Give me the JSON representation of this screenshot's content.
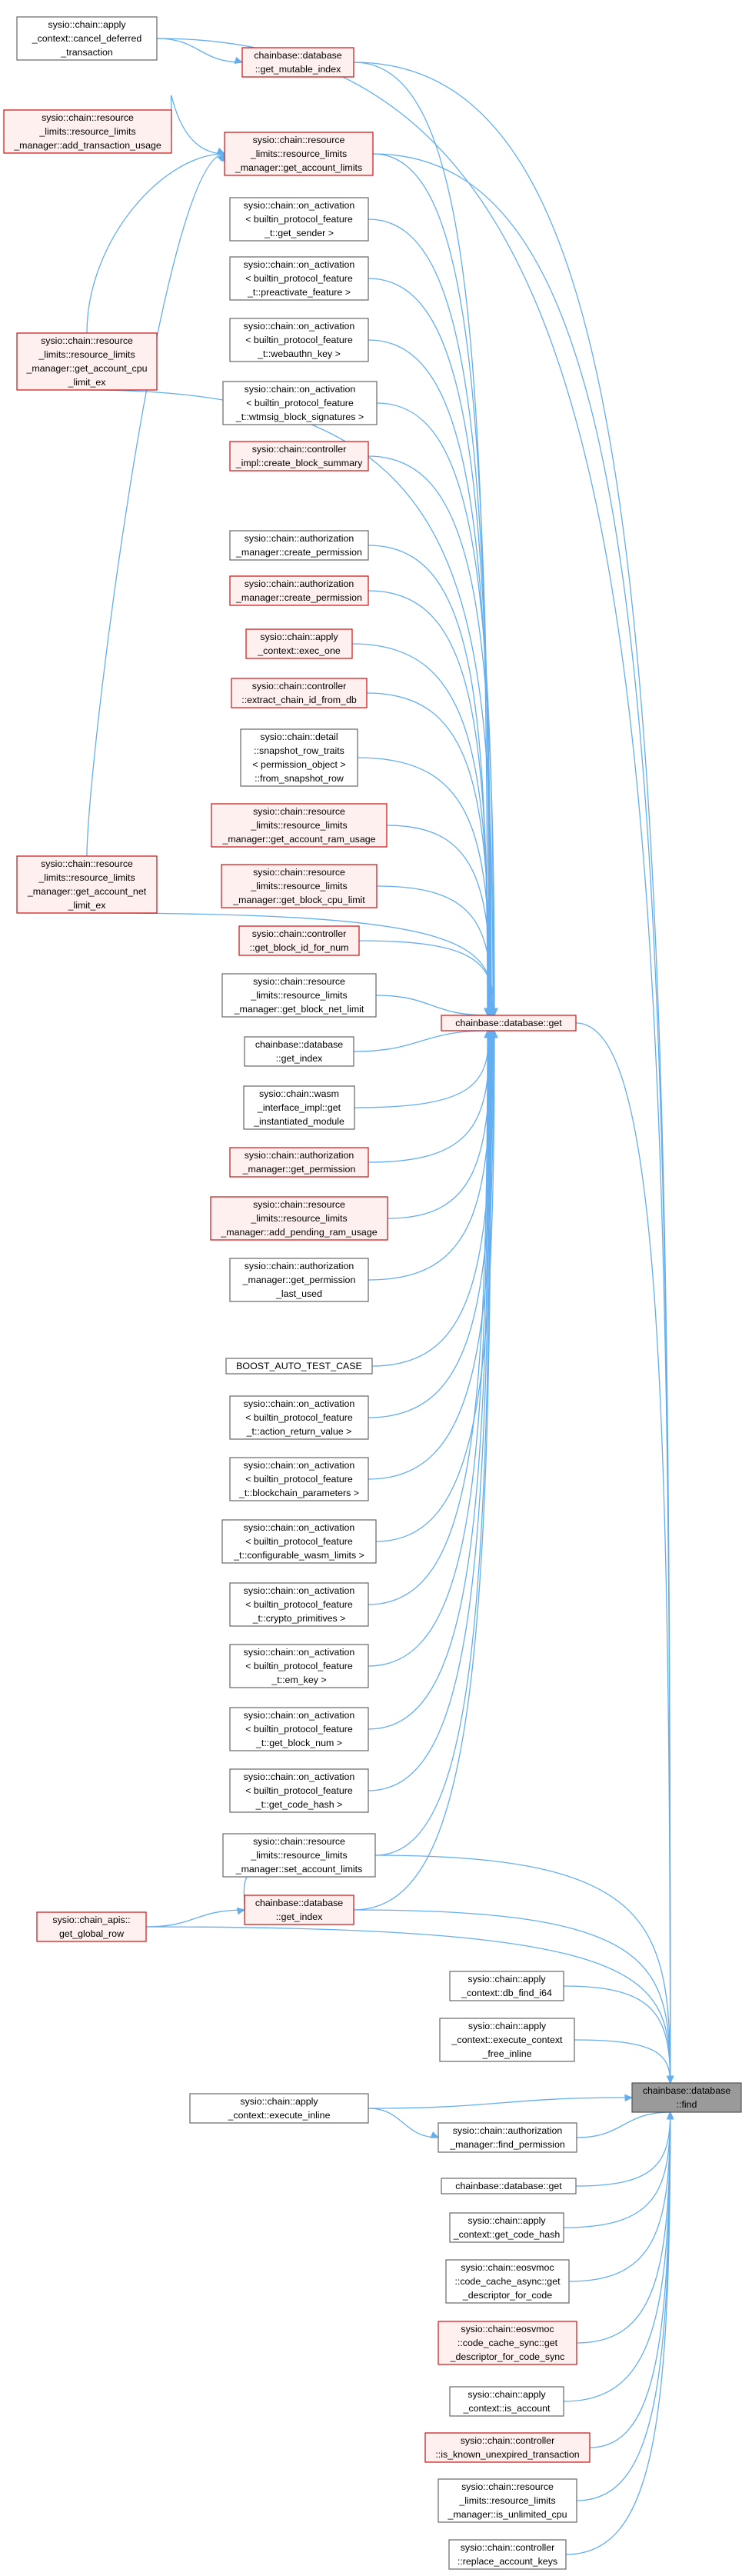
{
  "nodes": [
    {
      "id": "n1",
      "lines": [
        "sysio::chain::apply",
        "_context::cancel_deferred",
        "_transaction"
      ],
      "style": "normal"
    },
    {
      "id": "n2",
      "lines": [
        "chainbase::database",
        "::get_mutable_index"
      ],
      "style": "red"
    },
    {
      "id": "n3",
      "lines": [
        "sysio::chain::resource",
        "_limits::resource_limits",
        "_manager::add_transaction_usage"
      ],
      "style": "red"
    },
    {
      "id": "n4",
      "lines": [
        "sysio::chain::resource",
        "_limits::resource_limits",
        "_manager::get_account_limits"
      ],
      "style": "red"
    },
    {
      "id": "n5",
      "lines": [
        "sysio::chain::on_activation",
        "< builtin_protocol_feature",
        "_t::get_sender >"
      ],
      "style": "normal"
    },
    {
      "id": "n6",
      "lines": [
        "sysio::chain::on_activation",
        "< builtin_protocol_feature",
        "_t::preactivate_feature >"
      ],
      "style": "normal"
    },
    {
      "id": "n7",
      "lines": [
        "sysio::chain::on_activation",
        "< builtin_protocol_feature",
        "_t::webauthn_key >"
      ],
      "style": "normal"
    },
    {
      "id": "n8",
      "lines": [
        "sysio::chain::resource",
        "_limits::resource_limits",
        "_manager::get_account_cpu",
        "_limit_ex"
      ],
      "style": "red"
    },
    {
      "id": "n9",
      "lines": [
        "sysio::chain::on_activation",
        "< builtin_protocol_feature",
        "_t::wtmsig_block_signatures >"
      ],
      "style": "normal"
    },
    {
      "id": "n10",
      "lines": [
        "sysio::chain::controller",
        "_impl::create_block_summary"
      ],
      "style": "red"
    },
    {
      "id": "n11",
      "lines": [
        "sysio::chain::authorization",
        "_manager::create_permission"
      ],
      "style": "normal"
    },
    {
      "id": "n12",
      "lines": [
        "sysio::chain::authorization",
        "_manager::create_permission"
      ],
      "style": "red"
    },
    {
      "id": "n13",
      "lines": [
        "sysio::chain::apply",
        "_context::exec_one"
      ],
      "style": "red"
    },
    {
      "id": "n14",
      "lines": [
        "sysio::chain::controller",
        "::extract_chain_id_from_db"
      ],
      "style": "red"
    },
    {
      "id": "n15",
      "lines": [
        "sysio::chain::detail",
        "::snapshot_row_traits",
        "< permission_object >",
        "::from_snapshot_row"
      ],
      "style": "normal"
    },
    {
      "id": "n16",
      "lines": [
        "sysio::chain::resource",
        "_limits::resource_limits",
        "_manager::get_account_ram_usage"
      ],
      "style": "red"
    },
    {
      "id": "n17",
      "lines": [
        "sysio::chain::resource",
        "_limits::resource_limits",
        "_manager::get_block_cpu_limit"
      ],
      "style": "red"
    },
    {
      "id": "n18",
      "lines": [
        "sysio::chain::resource",
        "_limits::resource_limits",
        "_manager::get_account_net",
        "_limit_ex"
      ],
      "style": "red"
    },
    {
      "id": "n19",
      "lines": [
        "sysio::chain::controller",
        "::get_block_id_for_num"
      ],
      "style": "red"
    },
    {
      "id": "n20",
      "lines": [
        "sysio::chain::resource",
        "_limits::resource_limits",
        "_manager::get_block_net_limit"
      ],
      "style": "normal"
    },
    {
      "id": "n21",
      "lines": [
        "chainbase::database::get"
      ],
      "style": "red"
    },
    {
      "id": "n22",
      "lines": [
        "chainbase::database",
        "::get_index"
      ],
      "style": "normal"
    },
    {
      "id": "n23",
      "lines": [
        "sysio::chain::wasm",
        "_interface_impl::get",
        "_instantiated_module"
      ],
      "style": "normal"
    },
    {
      "id": "n24",
      "lines": [
        "sysio::chain::authorization",
        "_manager::get_permission"
      ],
      "style": "red"
    },
    {
      "id": "n25",
      "lines": [
        "sysio::chain::resource",
        "_limits::resource_limits",
        "_manager::add_pending_ram_usage"
      ],
      "style": "red"
    },
    {
      "id": "n26",
      "lines": [
        "sysio::chain::authorization",
        "_manager::get_permission",
        "_last_used"
      ],
      "style": "normal"
    },
    {
      "id": "n27",
      "lines": [
        "BOOST_AUTO_TEST_CASE"
      ],
      "style": "normal"
    },
    {
      "id": "n28",
      "lines": [
        "sysio::chain::on_activation",
        "< builtin_protocol_feature",
        "_t::action_return_value >"
      ],
      "style": "normal"
    },
    {
      "id": "n29",
      "lines": [
        "sysio::chain::on_activation",
        "< builtin_protocol_feature",
        "_t::blockchain_parameters >"
      ],
      "style": "normal"
    },
    {
      "id": "n30",
      "lines": [
        "sysio::chain::on_activation",
        "< builtin_protocol_feature",
        "_t::configurable_wasm_limits >"
      ],
      "style": "normal"
    },
    {
      "id": "n31",
      "lines": [
        "sysio::chain::on_activation",
        "< builtin_protocol_feature",
        "_t::crypto_primitives >"
      ],
      "style": "normal"
    },
    {
      "id": "n32",
      "lines": [
        "sysio::chain::on_activation",
        "< builtin_protocol_feature",
        "_t::em_key >"
      ],
      "style": "normal"
    },
    {
      "id": "n33",
      "lines": [
        "sysio::chain::on_activation",
        "< builtin_protocol_feature",
        "_t::get_block_num >"
      ],
      "style": "normal"
    },
    {
      "id": "n34",
      "lines": [
        "sysio::chain::on_activation",
        "< builtin_protocol_feature",
        "_t::get_code_hash >"
      ],
      "style": "normal"
    },
    {
      "id": "n35",
      "lines": [
        "sysio::chain::resource",
        "_limits::resource_limits",
        "_manager::set_account_limits"
      ],
      "style": "normal"
    },
    {
      "id": "n36",
      "lines": [
        "chainbase::database",
        "::get_index"
      ],
      "style": "red"
    },
    {
      "id": "n37",
      "lines": [
        "sysio::chain_apis::",
        "get_global_row"
      ],
      "style": "red"
    },
    {
      "id": "n38",
      "lines": [
        "sysio::chain::apply",
        "_context::db_find_i64"
      ],
      "style": "normal"
    },
    {
      "id": "n39",
      "lines": [
        "sysio::chain::apply",
        "_context::execute_context",
        "_free_inline"
      ],
      "style": "normal"
    },
    {
      "id": "n40",
      "lines": [
        "chainbase::database",
        "::find"
      ],
      "style": "target"
    },
    {
      "id": "n41",
      "lines": [
        "sysio::chain::apply",
        "_context::execute_inline"
      ],
      "style": "normal"
    },
    {
      "id": "n42",
      "lines": [
        "sysio::chain::authorization",
        "_manager::find_permission"
      ],
      "style": "normal"
    },
    {
      "id": "n43",
      "lines": [
        "chainbase::database::get"
      ],
      "style": "normal"
    },
    {
      "id": "n44",
      "lines": [
        "sysio::chain::apply",
        "_context::get_code_hash"
      ],
      "style": "normal"
    },
    {
      "id": "n45",
      "lines": [
        "sysio::chain::eosvmoc",
        "::code_cache_async::get",
        "_descriptor_for_code"
      ],
      "style": "normal"
    },
    {
      "id": "n46",
      "lines": [
        "sysio::chain::eosvmoc",
        "::code_cache_sync::get",
        "_descriptor_for_code_sync"
      ],
      "style": "red"
    },
    {
      "id": "n47",
      "lines": [
        "sysio::chain::apply",
        "_context::is_account"
      ],
      "style": "normal"
    },
    {
      "id": "n48",
      "lines": [
        "sysio::chain::controller",
        "::is_known_unexpired_transaction"
      ],
      "style": "red"
    },
    {
      "id": "n49",
      "lines": [
        "sysio::chain::resource",
        "_limits::resource_limits",
        "_manager::is_unlimited_cpu"
      ],
      "style": "normal"
    },
    {
      "id": "n50",
      "lines": [
        "sysio::chain::controller",
        "::replace_account_keys"
      ],
      "style": "normal"
    }
  ],
  "edges": [
    [
      "n2",
      "n21"
    ],
    [
      "n3",
      "n4"
    ],
    [
      "n4",
      "n21"
    ],
    [
      "n5",
      "n21"
    ],
    [
      "n6",
      "n21"
    ],
    [
      "n7",
      "n21"
    ],
    [
      "n8",
      "n4"
    ],
    [
      "n8",
      "n21"
    ],
    [
      "n9",
      "n21"
    ],
    [
      "n10",
      "n21"
    ],
    [
      "n11",
      "n21"
    ],
    [
      "n12",
      "n21"
    ],
    [
      "n13",
      "n21"
    ],
    [
      "n14",
      "n21"
    ],
    [
      "n15",
      "n21"
    ],
    [
      "n16",
      "n21"
    ],
    [
      "n17",
      "n21"
    ],
    [
      "n18",
      "n4"
    ],
    [
      "n18",
      "n21"
    ],
    [
      "n19",
      "n21"
    ],
    [
      "n20",
      "n21"
    ],
    [
      "n22",
      "n21"
    ],
    [
      "n23",
      "n21"
    ],
    [
      "n24",
      "n21"
    ],
    [
      "n25",
      "n21"
    ],
    [
      "n26",
      "n21"
    ],
    [
      "n27",
      "n21"
    ],
    [
      "n28",
      "n21"
    ],
    [
      "n29",
      "n21"
    ],
    [
      "n30",
      "n21"
    ],
    [
      "n31",
      "n21"
    ],
    [
      "n32",
      "n21"
    ],
    [
      "n33",
      "n21"
    ],
    [
      "n34",
      "n21"
    ],
    [
      "n35",
      "n21"
    ],
    [
      "n36",
      "n21"
    ],
    [
      "n37",
      "n36"
    ],
    [
      "n1",
      "n2"
    ],
    [
      "n1",
      "n40"
    ],
    [
      "n2",
      "n40"
    ],
    [
      "n4",
      "n40"
    ],
    [
      "n21",
      "n40"
    ],
    [
      "n35",
      "n36"
    ],
    [
      "n35",
      "n40"
    ],
    [
      "n36",
      "n40"
    ],
    [
      "n37",
      "n40"
    ],
    [
      "n38",
      "n40"
    ],
    [
      "n39",
      "n40"
    ],
    [
      "n41",
      "n40"
    ],
    [
      "n41",
      "n42"
    ],
    [
      "n42",
      "n40"
    ],
    [
      "n43",
      "n40"
    ],
    [
      "n44",
      "n40"
    ],
    [
      "n45",
      "n40"
    ],
    [
      "n46",
      "n40"
    ],
    [
      "n47",
      "n40"
    ],
    [
      "n48",
      "n40"
    ],
    [
      "n49",
      "n40"
    ],
    [
      "n50",
      "n40"
    ]
  ]
}
